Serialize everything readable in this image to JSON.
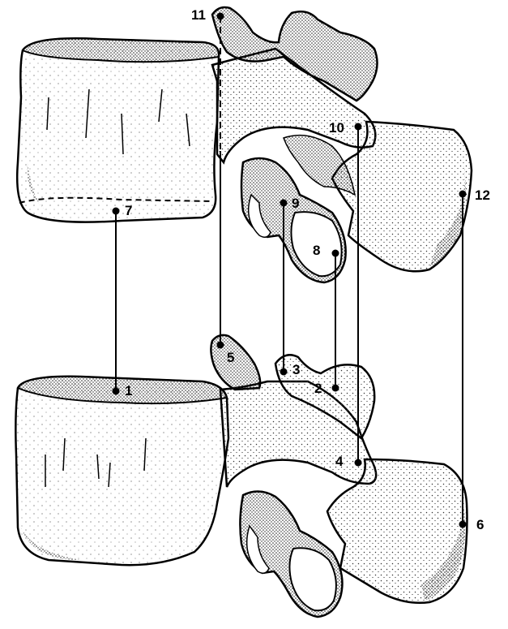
{
  "figure": {
    "labels": {
      "l1": "1",
      "l2": "2",
      "l3": "3",
      "l4": "4",
      "l5": "5",
      "l6": "6",
      "l7": "7",
      "l8": "8",
      "l9": "9",
      "l10": "10",
      "l11": "11",
      "l12": "12"
    },
    "colors": {
      "ink": "#000000",
      "bone": "#ffffff",
      "stipple": "#3a3a3a"
    }
  }
}
